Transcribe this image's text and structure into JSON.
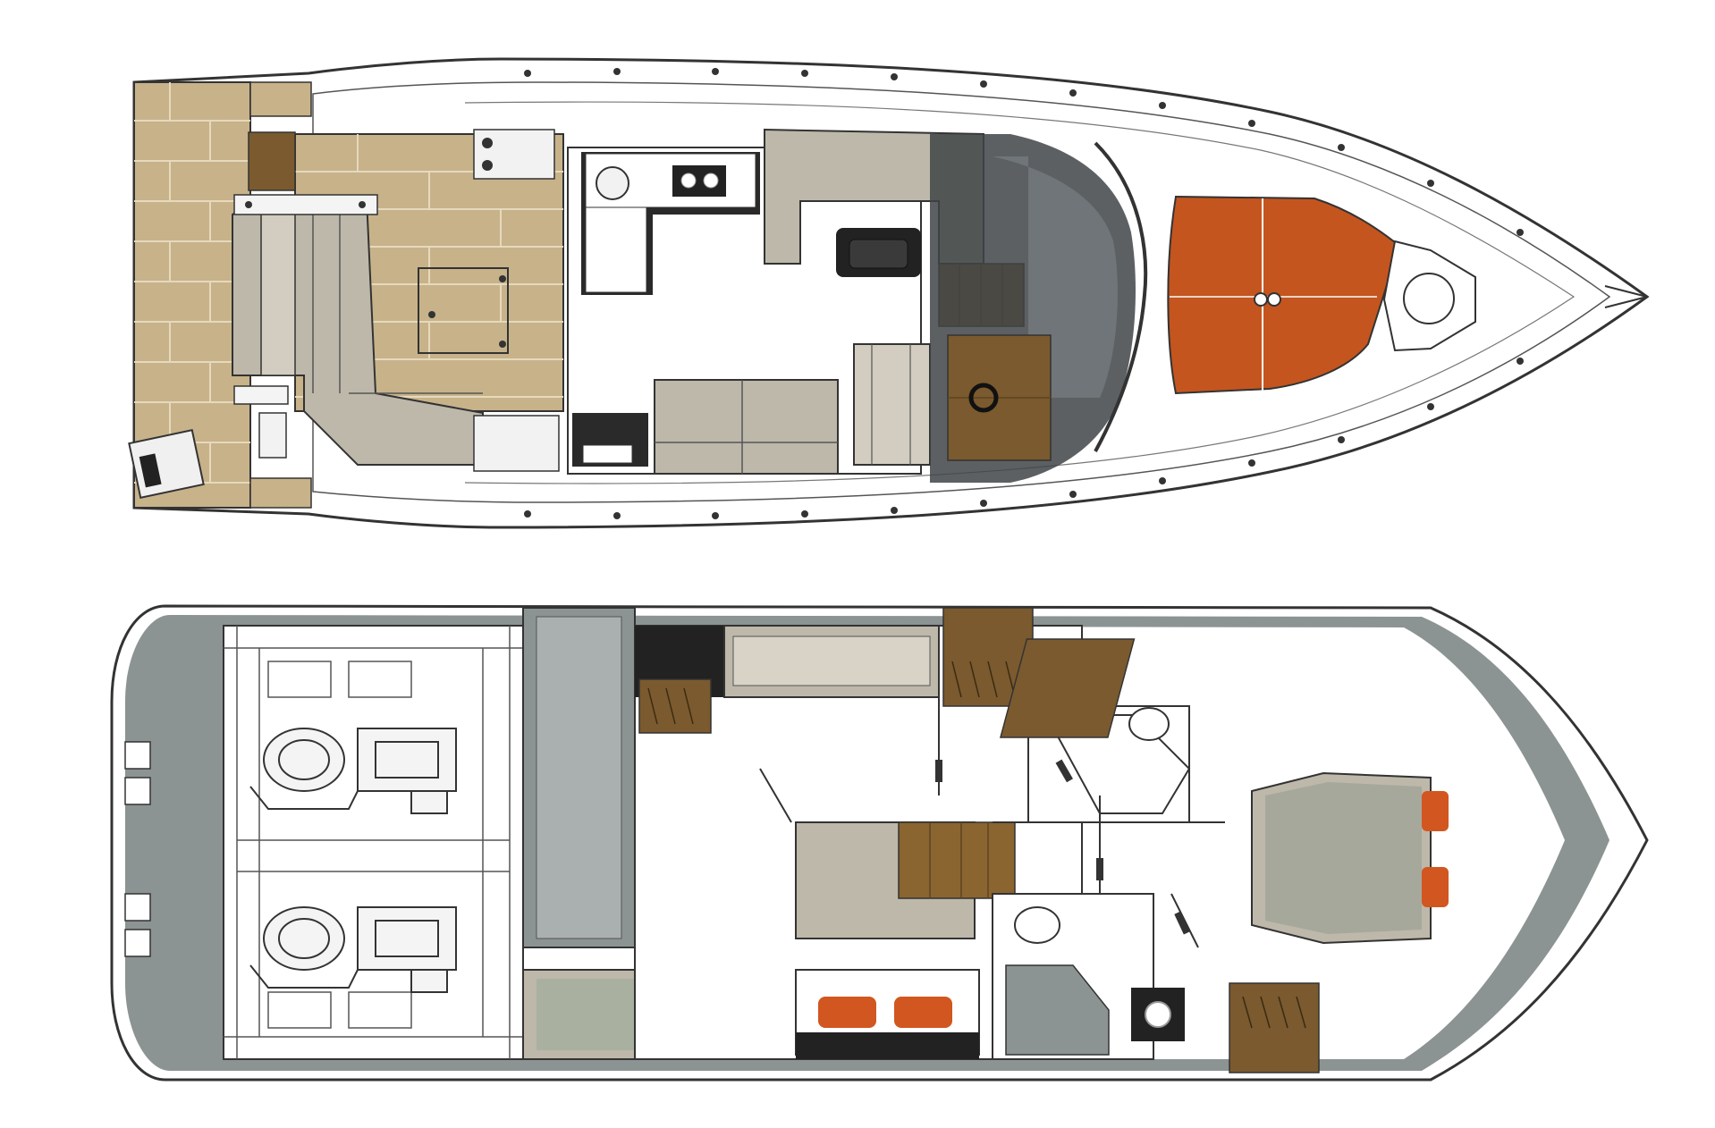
{
  "diagram": {
    "type": "boat-layout-plan",
    "views": [
      {
        "id": "main-deck",
        "kind": "top deck plan"
      },
      {
        "id": "lower-deck",
        "kind": "below deck plan"
      }
    ],
    "colors": {
      "teak": "#c7b28a",
      "teak_line": "#e6d9bc",
      "orange_pad": "#c4551f",
      "orange_cushion": "#d2561f",
      "seat_beige": "#bdb8aa",
      "seat_beige_light": "#d2cdc0",
      "wood_dark": "#7a5a2e",
      "wood_mid": "#8a6530",
      "grey": "#8c9393",
      "grey_light": "#aab0b0",
      "grey_dark": "#3f4447",
      "black": "#222222",
      "outline": "#333333"
    }
  }
}
